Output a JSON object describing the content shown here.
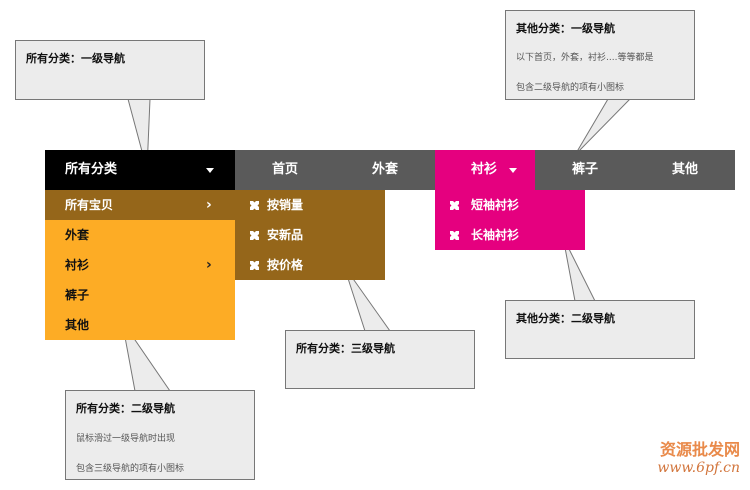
{
  "nav": {
    "all_label": "所有分类",
    "items": [
      {
        "label": "首页"
      },
      {
        "label": "外套"
      },
      {
        "label": "衬衫"
      },
      {
        "label": "裤子"
      },
      {
        "label": "其他"
      }
    ]
  },
  "all_menu": {
    "items": [
      {
        "label": "所有宝贝",
        "has_submenu": true
      },
      {
        "label": "外套",
        "has_submenu": false
      },
      {
        "label": "衬衫",
        "has_submenu": true
      },
      {
        "label": "裤子",
        "has_submenu": false
      },
      {
        "label": "其他",
        "has_submenu": false
      }
    ]
  },
  "third_menu": {
    "items": [
      {
        "label": "按销量"
      },
      {
        "label": "安新品"
      },
      {
        "label": "按价格"
      }
    ]
  },
  "shirt_menu": {
    "items": [
      {
        "label": "短袖衬衫"
      },
      {
        "label": "长袖衬衫"
      }
    ]
  },
  "callouts": {
    "all_level1": {
      "title": "所有分类：一级导航"
    },
    "other_level1": {
      "title": "其他分类：一级导航",
      "line1": "以下首页，外套，衬衫....等等都是",
      "line2": "包含二级导航的项有小图标"
    },
    "other_level2": {
      "title": "其他分类：二级导航"
    },
    "all_level3": {
      "title": "所有分类：三级导航"
    },
    "all_level2": {
      "title": "所有分类：二级导航",
      "line1": "鼠标滑过一级导航时出现",
      "line2": "包含三级导航的项有小图标"
    }
  },
  "watermark": {
    "line1": "资源批发网",
    "line2": "www.6pf.cn"
  },
  "colors": {
    "nav_bg": "#5a5a5a",
    "nav_all_bg": "#000000",
    "level2_bg": "#fdac25",
    "level2_active": "#95661a",
    "level3_bg": "#95661a",
    "shirt_accent": "#e5007f",
    "callout_bg": "#ececec"
  },
  "icons": {
    "submenu": "chevron-right-icon",
    "dropdown": "caret-down-icon",
    "item": "cross-arrows-icon"
  }
}
